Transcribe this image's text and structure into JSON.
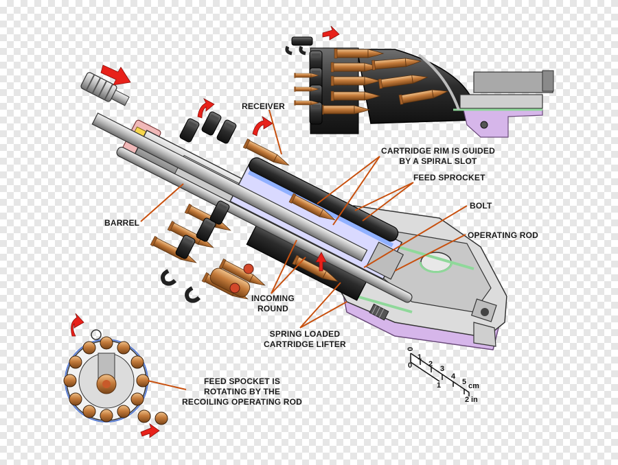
{
  "labels": {
    "receiver": "RECEIVER",
    "cartridge_rim": [
      "CARTRIDGE RIM IS GUIDED",
      "BY A SPIRAL SLOT"
    ],
    "feed_sprocket": "FEED SPROCKET",
    "bolt": "BOLT",
    "operating_rod": "OPERATING ROD",
    "barrel": "BARREL",
    "incoming_round": [
      "INCOMING",
      "ROUND"
    ],
    "spring_lifter": [
      "SPRING LOADED",
      "CARTRIDGE LIFTER"
    ],
    "feed_spocket_note": [
      "FEED SPOCKET IS",
      "ROTATING BY THE",
      "RECOILING OPERATING ROD"
    ]
  },
  "scale": {
    "cm_ticks": [
      "0",
      "1",
      "2",
      "3",
      "4",
      "5"
    ],
    "cm_unit": "cm",
    "in_ticks": [
      "0",
      "1",
      "2"
    ],
    "in_unit": "in"
  },
  "colors": {
    "leader": "#c8500e",
    "arrow": "#e8211a",
    "brass": "#c07a3c",
    "steel": "#b8b8b8",
    "dark_steel": "#3a3a3a",
    "lilac": "#d8b8e8",
    "green_edge": "#8fd89a"
  }
}
